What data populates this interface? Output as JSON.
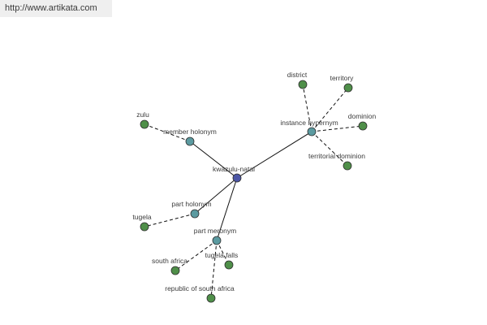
{
  "header": {
    "url": "http://www.artikata.com"
  },
  "colors": {
    "center": "#4c56a6",
    "relation": "#5b9aa0",
    "leaf": "#4f8f49",
    "edge": "#111111"
  },
  "graph": {
    "nodes": [
      {
        "id": "kwazulu-natal",
        "label": "kwazulu-natal",
        "kind": "center"
      },
      {
        "id": "instance-hypernym",
        "label": "instance hypernym",
        "kind": "relation"
      },
      {
        "id": "member-holonym",
        "label": "member holonym",
        "kind": "relation"
      },
      {
        "id": "part-holonym",
        "label": "part holonym",
        "kind": "relation"
      },
      {
        "id": "part-meronym",
        "label": "part meronym",
        "kind": "relation"
      },
      {
        "id": "district",
        "label": "district",
        "kind": "leaf"
      },
      {
        "id": "territory",
        "label": "territory",
        "kind": "leaf"
      },
      {
        "id": "dominion",
        "label": "dominion",
        "kind": "leaf"
      },
      {
        "id": "territorial-dominion",
        "label": "territorial dominion",
        "kind": "leaf"
      },
      {
        "id": "zulu",
        "label": "zulu",
        "kind": "leaf"
      },
      {
        "id": "tugela",
        "label": "tugela",
        "kind": "leaf"
      },
      {
        "id": "south-africa",
        "label": "south africa",
        "kind": "leaf"
      },
      {
        "id": "tugela-falls",
        "label": "tugela falls",
        "kind": "leaf"
      },
      {
        "id": "republic-of-south-africa",
        "label": "republic of south africa",
        "kind": "leaf"
      }
    ],
    "edges": [
      {
        "from": "kwazulu-natal",
        "to": "instance-hypernym",
        "style": "solid"
      },
      {
        "from": "kwazulu-natal",
        "to": "member-holonym",
        "style": "solid"
      },
      {
        "from": "kwazulu-natal",
        "to": "part-holonym",
        "style": "solid"
      },
      {
        "from": "kwazulu-natal",
        "to": "part-meronym",
        "style": "solid"
      },
      {
        "from": "instance-hypernym",
        "to": "district",
        "style": "dashed"
      },
      {
        "from": "instance-hypernym",
        "to": "territory",
        "style": "dashed"
      },
      {
        "from": "instance-hypernym",
        "to": "dominion",
        "style": "dashed"
      },
      {
        "from": "instance-hypernym",
        "to": "territorial-dominion",
        "style": "dashed"
      },
      {
        "from": "member-holonym",
        "to": "zulu",
        "style": "dashed"
      },
      {
        "from": "part-holonym",
        "to": "tugela",
        "style": "dashed"
      },
      {
        "from": "part-meronym",
        "to": "south-africa",
        "style": "dashed"
      },
      {
        "from": "part-meronym",
        "to": "tugela-falls",
        "style": "dashed"
      },
      {
        "from": "part-meronym",
        "to": "republic-of-south-africa",
        "style": "dashed"
      }
    ]
  }
}
